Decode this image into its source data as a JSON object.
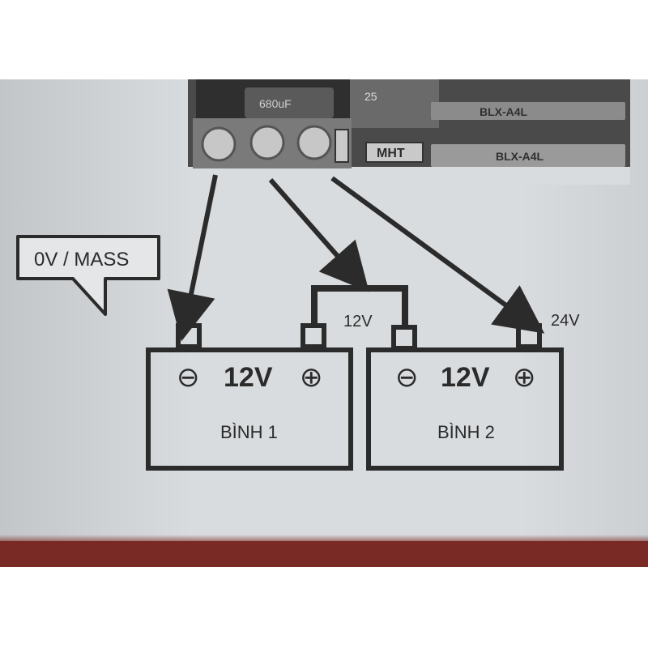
{
  "callout": {
    "text": "0V / MASS"
  },
  "jumper_label": "12V",
  "output_label": "24V",
  "batteries": [
    {
      "name": "BÌNH 1",
      "voltage": "12V",
      "minus": "⊖",
      "plus": "⊕"
    },
    {
      "name": "BÌNH 2",
      "voltage": "12V",
      "minus": "⊖",
      "plus": "⊕"
    }
  ],
  "board": {
    "chip_label": "MHT",
    "module_labels": [
      "BLX-A4L",
      "BLX-A4L"
    ],
    "capacitor_text": "680uF",
    "capacitor_rating": "25"
  },
  "colors": {
    "paper": "#d9dcdf",
    "ink": "#2b2b2b",
    "board": "#3a3a3a",
    "desk": "#7a2a25"
  }
}
